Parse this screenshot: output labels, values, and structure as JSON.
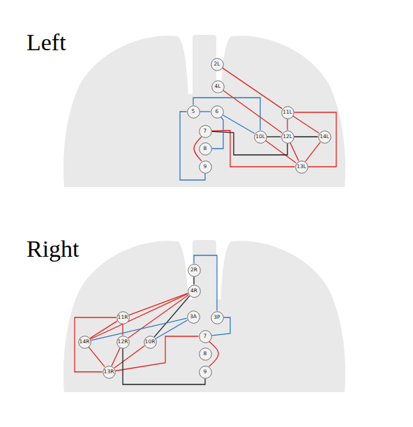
{
  "diagram": {
    "nodes": [
      {
        "text": [
          "2L"
        ]
      },
      {
        "text": [
          "4L"
        ]
      },
      {
        "text": [
          "5"
        ]
      },
      {
        "text": [
          "6"
        ]
      },
      {
        "text": [
          "11L"
        ]
      },
      {
        "text": [
          "7"
        ]
      },
      {
        "text": [
          "10L"
        ]
      },
      {
        "text": [
          "12L"
        ]
      },
      {
        "text": [
          "14L"
        ]
      },
      {
        "text": [
          "8"
        ]
      },
      {
        "text": [
          "9"
        ]
      },
      {
        "text": [
          "13L"
        ]
      },
      {
        "text": [
          "2R"
        ]
      },
      {
        "text": [
          "4R"
        ]
      },
      {
        "text": [
          "3A"
        ]
      },
      {
        "text": [
          "11R"
        ]
      },
      {
        "text": [
          "3P"
        ]
      },
      {
        "text": [
          "7"
        ]
      },
      {
        "text": [
          "14R"
        ]
      },
      {
        "text": [
          "12R"
        ]
      },
      {
        "text": [
          "10R"
        ]
      },
      {
        "text": [
          "8"
        ]
      },
      {
        "text": [
          "9"
        ]
      },
      {
        "text": [
          "13R"
        ]
      }
    ],
    "edges": [
      {
        "from": 0,
        "to": 4,
        "arrow": "none"
      },
      {
        "from": 1,
        "to": 7,
        "arrow": "none"
      },
      {
        "from": 4,
        "to": 7,
        "arrow": "none"
      },
      {
        "from": 4,
        "to": 8,
        "arrow": "none"
      },
      {
        "from": 4,
        "to": 11,
        "arrow": "none"
      },
      {
        "from": 6,
        "to": 11,
        "arrow": "none"
      },
      {
        "from": 7,
        "to": 11,
        "arrow": "none"
      },
      {
        "from": 8,
        "to": 11,
        "arrow": "none"
      },
      {
        "from": 6,
        "to": 7,
        "arrow": "none"
      },
      {
        "from": 7,
        "to": 8,
        "arrow": "none"
      },
      {
        "from": 5,
        "to": 11,
        "arrow": "none"
      },
      {
        "from": 5,
        "to": 7,
        "arrow": "none"
      },
      {
        "from": 5,
        "to": 10,
        "arrow": "none"
      },
      {
        "from": 2,
        "to": 6,
        "arrow": "none"
      },
      {
        "from": 3,
        "to": 6,
        "arrow": "none"
      },
      {
        "from": 2,
        "to": 10,
        "arrow": "none"
      },
      {
        "from": 3,
        "to": 9,
        "arrow": "none"
      },
      {
        "from": 2,
        "to": 3,
        "arrow": "none"
      },
      {
        "from": 12,
        "to": 13,
        "arrow": "none"
      },
      {
        "from": 12,
        "to": 16,
        "arrow": "none"
      },
      {
        "from": 16,
        "to": 17,
        "arrow": "none"
      },
      {
        "from": 13,
        "to": 15,
        "arrow": "none"
      },
      {
        "from": 13,
        "to": 18,
        "arrow": "none"
      },
      {
        "from": 13,
        "to": 19,
        "arrow": "none"
      },
      {
        "from": 13,
        "to": 20,
        "arrow": "none"
      },
      {
        "from": 15,
        "to": 18,
        "arrow": "none"
      },
      {
        "from": 15,
        "to": 19,
        "arrow": "none"
      },
      {
        "from": 15,
        "to": 23,
        "arrow": "none"
      },
      {
        "from": 14,
        "to": 18,
        "arrow": "none"
      },
      {
        "from": 14,
        "to": 20,
        "arrow": "none"
      },
      {
        "from": 18,
        "to": 23,
        "arrow": "none"
      },
      {
        "from": 19,
        "to": 23,
        "arrow": "none"
      },
      {
        "from": 20,
        "to": 23,
        "arrow": "none"
      },
      {
        "from": 17,
        "to": 23,
        "arrow": "none"
      },
      {
        "from": 17,
        "to": 22,
        "arrow": "none"
      },
      {
        "from": 19,
        "to": 22,
        "arrow": "none"
      }
    ],
    "labels": [
      "Left",
      "Right"
    ]
  }
}
